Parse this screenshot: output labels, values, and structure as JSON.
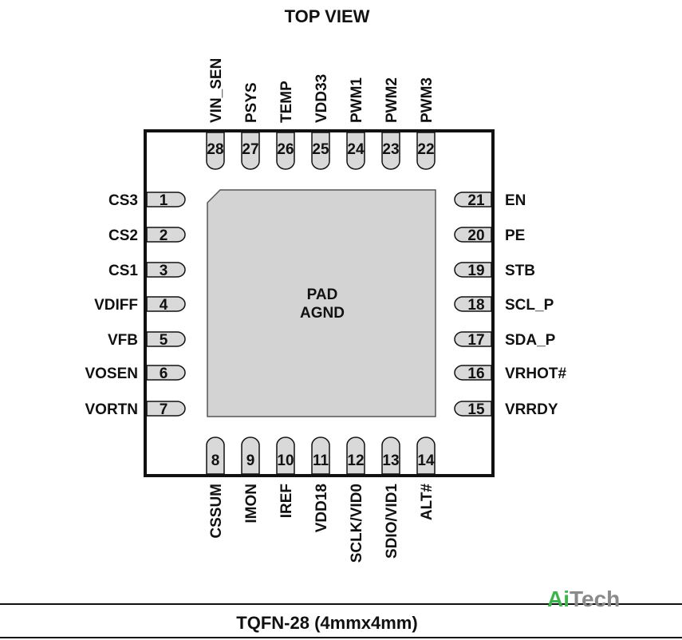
{
  "title": "TOP VIEW",
  "package": "TQFN-28 (4mmx4mm)",
  "pad": {
    "line1": "PAD",
    "line2": "AGND"
  },
  "watermark": {
    "part1": "Ai",
    "part2": "Tech"
  },
  "colors": {
    "ink": "#111111",
    "pin_fill": "#d9d9d9",
    "pad_fill": "#d3d3d3",
    "wm_green": "#3fb34f",
    "wm_gray": "#8a8a8a"
  },
  "pins": {
    "left": [
      {
        "num": "1",
        "name": "CS3"
      },
      {
        "num": "2",
        "name": "CS2"
      },
      {
        "num": "3",
        "name": "CS1"
      },
      {
        "num": "4",
        "name": "VDIFF"
      },
      {
        "num": "5",
        "name": "VFB"
      },
      {
        "num": "6",
        "name": "VOSEN"
      },
      {
        "num": "7",
        "name": "VORTN"
      }
    ],
    "bottom": [
      {
        "num": "8",
        "name": "CSSUM"
      },
      {
        "num": "9",
        "name": "IMON"
      },
      {
        "num": "10",
        "name": "IREF"
      },
      {
        "num": "11",
        "name": "VDD18"
      },
      {
        "num": "12",
        "name": "SCLK/VID0"
      },
      {
        "num": "13",
        "name": "SDIO/VID1"
      },
      {
        "num": "14",
        "name": "ALT#"
      }
    ],
    "right": [
      {
        "num": "15",
        "name": "VRRDY"
      },
      {
        "num": "16",
        "name": "VRHOT#"
      },
      {
        "num": "17",
        "name": "SDA_P"
      },
      {
        "num": "18",
        "name": "SCL_P"
      },
      {
        "num": "19",
        "name": "STB"
      },
      {
        "num": "20",
        "name": "PE"
      },
      {
        "num": "21",
        "name": "EN"
      }
    ],
    "top": [
      {
        "num": "22",
        "name": "PWM3"
      },
      {
        "num": "23",
        "name": "PWM2"
      },
      {
        "num": "24",
        "name": "PWM1"
      },
      {
        "num": "25",
        "name": "VDD33"
      },
      {
        "num": "26",
        "name": "TEMP"
      },
      {
        "num": "27",
        "name": "PSYS"
      },
      {
        "num": "28",
        "name": "VIN_SEN"
      }
    ]
  }
}
